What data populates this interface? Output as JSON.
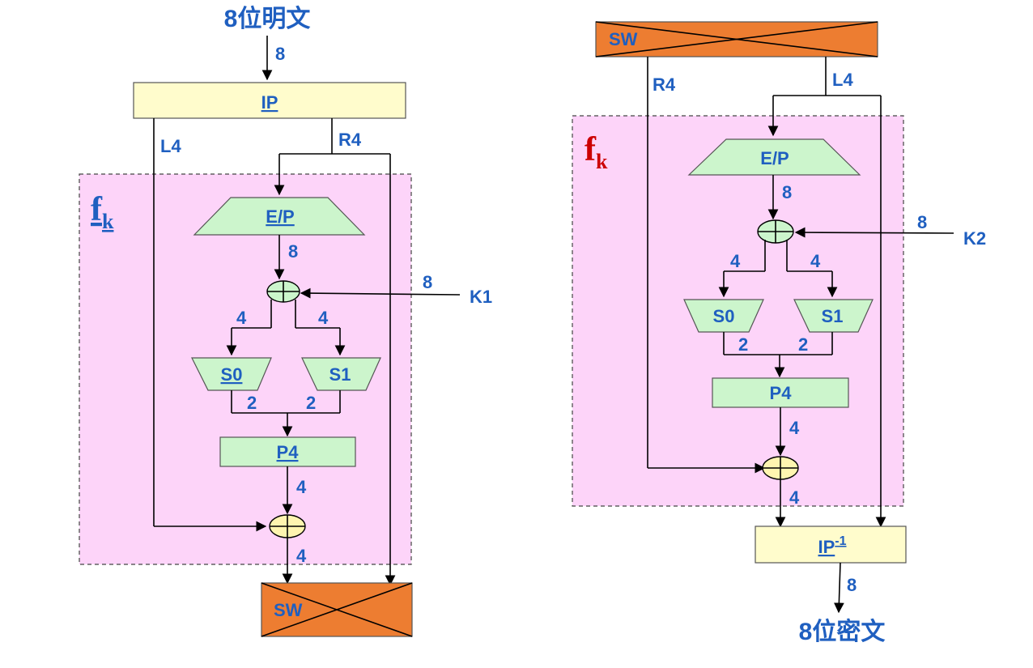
{
  "left": {
    "input_label": "8位明文",
    "input_bits": "8",
    "ip_label": "IP",
    "l4_label": "L4",
    "r4_label": "R4",
    "fk_main": "f",
    "fk_sub": "k",
    "ep_label": "E/P",
    "ep_bits": "8",
    "key_bits": "8",
    "key_label": "K1",
    "s0_bits": "4",
    "s1_bits": "4",
    "s0_label": "S0",
    "s1_label": "S1",
    "s0_out_bits": "2",
    "s1_out_bits": "2",
    "p4_label": "P4",
    "p4_bits": "4",
    "xor_out_bits": "4",
    "sw_label": "SW"
  },
  "right": {
    "sw_label": "SW",
    "r4_label": "R4",
    "l4_label": "L4",
    "fk_main": "f",
    "fk_sub": "k",
    "ep_label": "E/P",
    "ep_bits": "8",
    "key_bits": "8",
    "key_label": "K2",
    "s0_bits": "4",
    "s1_bits": "4",
    "s0_label": "S0",
    "s1_label": "S1",
    "s0_out_bits": "2",
    "s1_out_bits": "2",
    "p4_label": "P4",
    "p4_bits": "4",
    "xor_out_bits": "4",
    "ipinv_label": "IP",
    "ipinv_sup": "-1",
    "output_bits": "8",
    "output_label": "8位密文"
  },
  "colors": {
    "label_blue": "#1f5fc0",
    "fk_region": "#fdd4f9",
    "ip_box": "#fffccc",
    "function_box": "#ccf5cc",
    "xor_circle": "#fff5b0",
    "sw_box": "#ed7d31",
    "fk_red": "#cc0000"
  }
}
